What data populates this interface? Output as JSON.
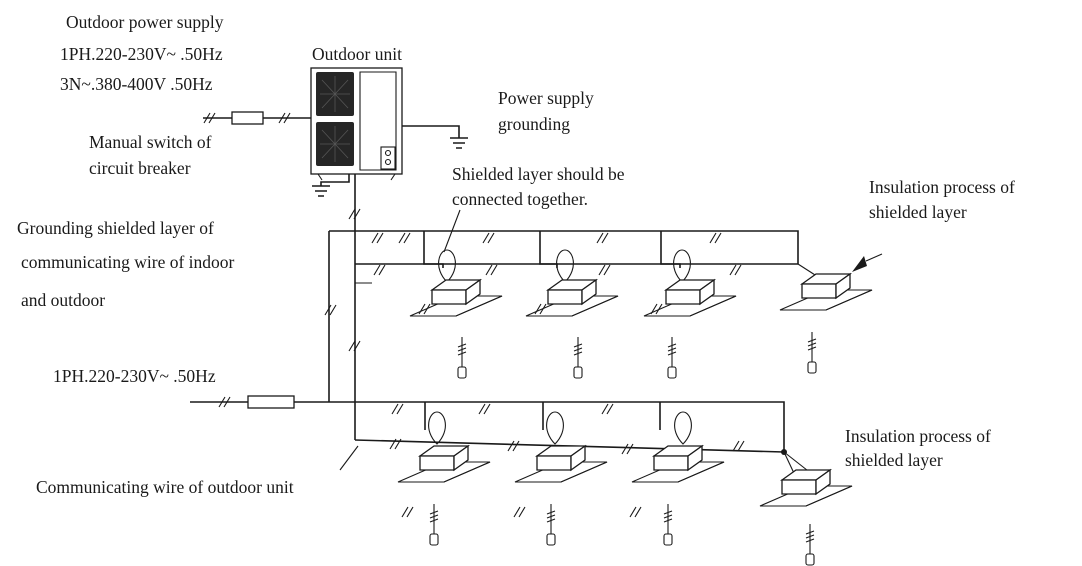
{
  "labels": {
    "outdoor_power_supply": "Outdoor power supply",
    "voltage_single_phase": "1PH.220-230V~ .50Hz",
    "voltage_three_phase": "3N~.380-400V .50Hz",
    "outdoor_unit": "Outdoor unit",
    "power_supply_grounding_1": "Power supply",
    "power_supply_grounding_2": "grounding",
    "manual_switch_1": "Manual switch of",
    "manual_switch_2": "circuit breaker",
    "shielded_together_1": "Shielded layer should be",
    "shielded_together_2": "connected together.",
    "insulation_top_1": "Insulation process of",
    "insulation_top_2": "shielded layer",
    "grounding_shield_1": "Grounding shielded layer of",
    "grounding_shield_2": "communicating wire of indoor",
    "grounding_shield_3": "and outdoor",
    "indoor_power_supply": "1PH.220-230V~ .50Hz",
    "insulation_bottom_1": "Insulation process of",
    "insulation_bottom_2": "shielded layer",
    "communicating_wire_outdoor": "Communicating wire of outdoor unit"
  }
}
